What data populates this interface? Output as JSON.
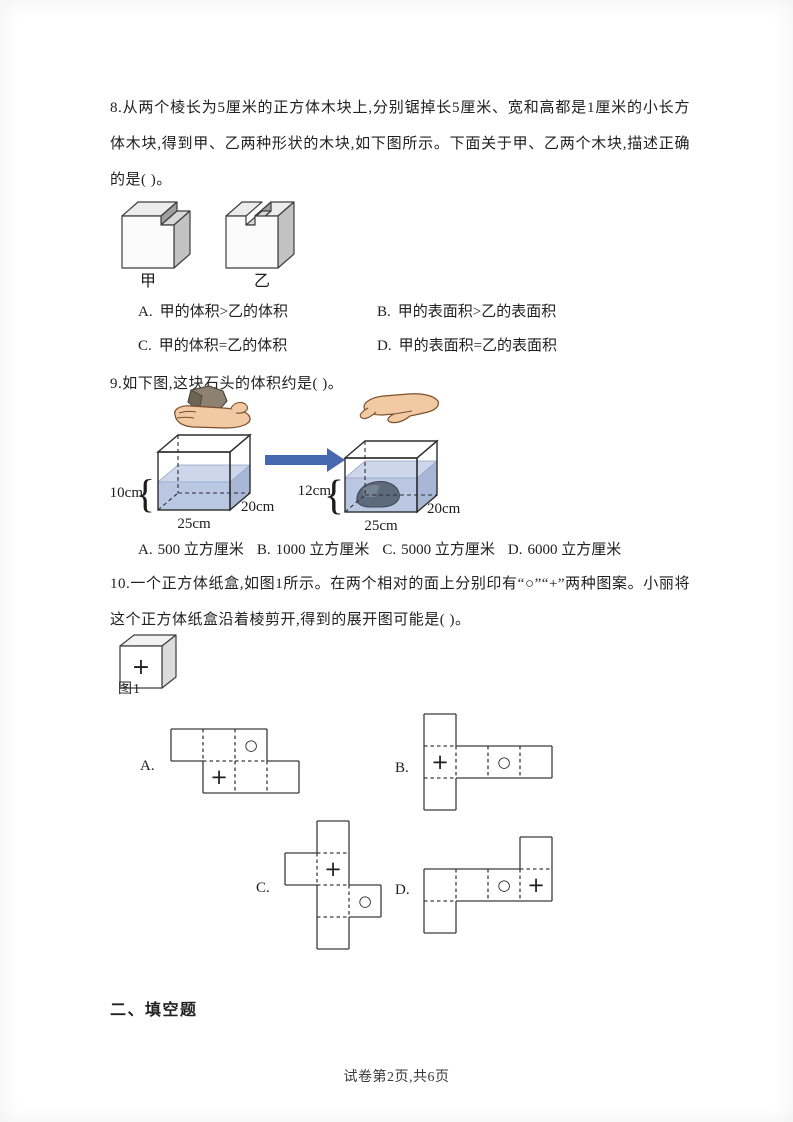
{
  "page": {
    "section_header": "二、填空题",
    "footer": "试卷第2页,共6页"
  },
  "q8": {
    "text": "8.从两个棱长为5厘米的正方体木块上,分别锯掉长5厘米、宽和高都是1厘米的小长方体木块,得到甲、乙两种形状的木块,如下图所示。下面关于甲、乙两个木块,描述正确的是(  )。",
    "figure": {
      "left_label": "甲",
      "right_label": "乙"
    },
    "options": [
      {
        "key": "A.",
        "text": "甲的体积>乙的体积"
      },
      {
        "key": "B.",
        "text": "甲的表面积>乙的表面积"
      },
      {
        "key": "C.",
        "text": "甲的体积=乙的体积"
      },
      {
        "key": "D.",
        "text": "甲的表面积=乙的表面积"
      }
    ]
  },
  "q9": {
    "text": "9.如下图,这块石头的体积约是(  )。",
    "figure": {
      "left_height": "10cm",
      "left_width": "25cm",
      "left_depth": "20cm",
      "right_height": "12cm",
      "right_width": "25cm",
      "right_depth": "20cm"
    },
    "options": [
      {
        "key": "A.",
        "text": "500 立方厘米"
      },
      {
        "key": "B.",
        "text": "1000 立方厘米"
      },
      {
        "key": "C.",
        "text": "5000 立方厘米"
      },
      {
        "key": "D.",
        "text": "6000 立方厘米"
      }
    ]
  },
  "q10": {
    "text": "10.一个正方体纸盒,如图1所示。在两个相对的面上分别印有“○”“+”两种图案。小丽将这个正方体纸盒沿着棱剪开,得到的展开图可能是(  )。",
    "figure_label": "图1",
    "cube_symbol": "+",
    "nets": [
      {
        "label": "A.",
        "cells": [
          {
            "c": 0,
            "r": 0
          },
          {
            "c": 1,
            "r": 0
          },
          {
            "c": 2,
            "r": 0,
            "sym": "○"
          },
          {
            "c": 1,
            "r": 1,
            "sym": "+"
          },
          {
            "c": 2,
            "r": 1
          },
          {
            "c": 3,
            "r": 1
          }
        ]
      },
      {
        "label": "B.",
        "cells": [
          {
            "c": 0,
            "r": 0
          },
          {
            "c": 0,
            "r": 1,
            "sym": "+"
          },
          {
            "c": 1,
            "r": 1
          },
          {
            "c": 2,
            "r": 1,
            "sym": "○"
          },
          {
            "c": 3,
            "r": 1
          },
          {
            "c": 0,
            "r": 2
          }
        ]
      },
      {
        "label": "C.",
        "cells": [
          {
            "c": 1,
            "r": 0
          },
          {
            "c": 0,
            "r": 1
          },
          {
            "c": 1,
            "r": 1,
            "sym": "+"
          },
          {
            "c": 1,
            "r": 2
          },
          {
            "c": 2,
            "r": 2,
            "sym": "○"
          },
          {
            "c": 1,
            "r": 3
          }
        ]
      },
      {
        "label": "D.",
        "cells": [
          {
            "c": 3,
            "r": 0
          },
          {
            "c": 0,
            "r": 1
          },
          {
            "c": 1,
            "r": 1
          },
          {
            "c": 2,
            "r": 1,
            "sym": "○"
          },
          {
            "c": 3,
            "r": 1,
            "sym": "+"
          },
          {
            "c": 0,
            "r": 2
          }
        ]
      }
    ]
  }
}
